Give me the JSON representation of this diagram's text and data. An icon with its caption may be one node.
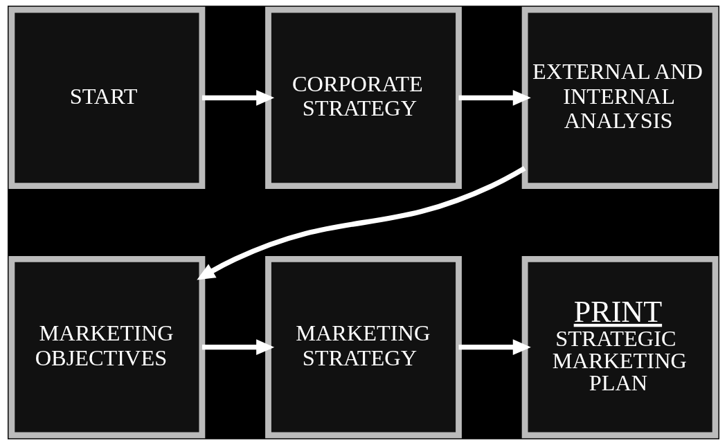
{
  "diagram": {
    "nodes": [
      {
        "text": [
          "START"
        ]
      },
      {
        "text": [
          "CORPORATE STRATEGY"
        ]
      },
      {
        "text": [
          "EXTERNAL AND INTERNAL ANALYSIS"
        ]
      },
      {
        "text": [
          "MARKETING OBJECTIVES"
        ]
      },
      {
        "text": [
          "MARKETING STRATEGY"
        ]
      },
      {
        "text": [
          "PRINT",
          "STRATEGIC MARKETING PLAN"
        ]
      }
    ],
    "edges": [
      {
        "from": 0,
        "to": 1,
        "arrow": "to"
      },
      {
        "from": 1,
        "to": 2,
        "arrow": "to"
      },
      {
        "from": 2,
        "to": 3,
        "arrow": "to"
      },
      {
        "from": 3,
        "to": 4,
        "arrow": "to"
      },
      {
        "from": 4,
        "to": 5,
        "arrow": "to"
      }
    ]
  }
}
